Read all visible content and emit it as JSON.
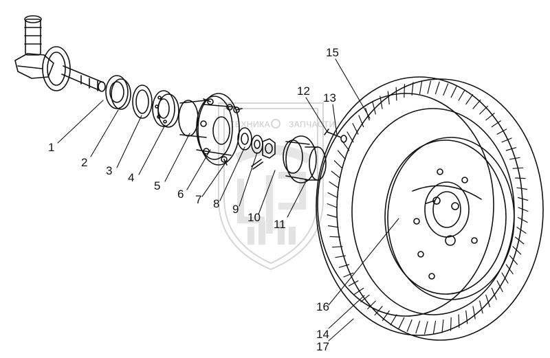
{
  "diagram": {
    "type": "exploded-assembly",
    "callouts": [
      {
        "id": "c1",
        "text": "1"
      },
      {
        "id": "c2",
        "text": "2"
      },
      {
        "id": "c3",
        "text": "3"
      },
      {
        "id": "c4",
        "text": "4"
      },
      {
        "id": "c5",
        "text": "5"
      },
      {
        "id": "c6",
        "text": "6"
      },
      {
        "id": "c7",
        "text": "7"
      },
      {
        "id": "c8",
        "text": "8"
      },
      {
        "id": "c9",
        "text": "9"
      },
      {
        "id": "c10",
        "text": "10"
      },
      {
        "id": "c11",
        "text": "11"
      },
      {
        "id": "c12",
        "text": "12"
      },
      {
        "id": "c13",
        "text": "13"
      },
      {
        "id": "c14",
        "text": "14"
      },
      {
        "id": "c15",
        "text": "15"
      },
      {
        "id": "c16",
        "text": "16"
      },
      {
        "id": "c17",
        "text": "17"
      }
    ],
    "colors": {
      "line": "#111111",
      "watermark": "#d4d4d4"
    }
  },
  "watermark": {
    "left_text": "ТЕХНИКА",
    "right_text": "ЗАПЧАСТИ",
    "center_text": "ЭТП"
  }
}
